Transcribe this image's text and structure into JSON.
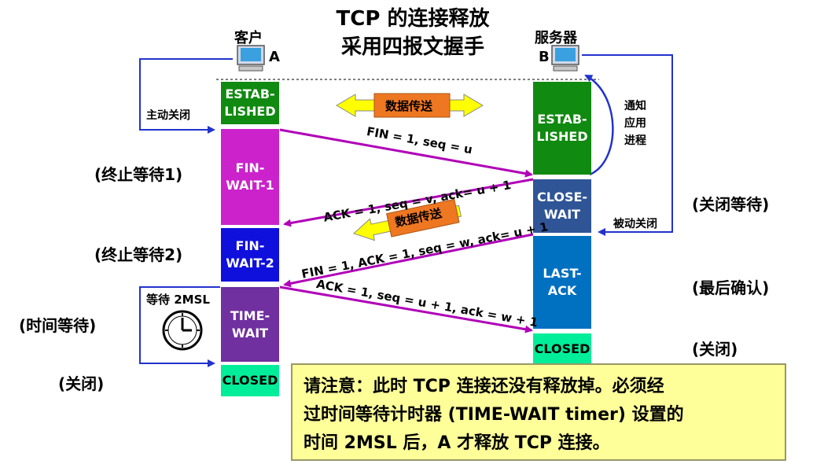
{
  "title": {
    "line1": "TCP 的连接释放",
    "line2": "采用四报文握手"
  },
  "client": {
    "name": "客户",
    "letter": "A"
  },
  "server": {
    "name": "服务器",
    "letter": "B"
  },
  "client_states": [
    {
      "label": "ESTAB-\nLISHED",
      "color": "#108a10"
    },
    {
      "label": "FIN-\nWAIT-1",
      "color": "#cc22cc"
    },
    {
      "label": "FIN-\nWAIT-2",
      "color": "#1010dd"
    },
    {
      "label": "TIME-\nWAIT",
      "color": "#7030a0"
    },
    {
      "label": "CLOSED",
      "color": "#00ee99"
    }
  ],
  "server_states": [
    {
      "label": "ESTAB-\nLISHED",
      "color": "#108a10"
    },
    {
      "label": "CLOSE-\nWAIT",
      "color": "#2f5597"
    },
    {
      "label": "LAST-\nACK",
      "color": "#0070c0"
    },
    {
      "label": "CLOSED",
      "color": "#00ee99"
    }
  ],
  "left_labels": {
    "fin_wait_1": "(终止等待1)",
    "fin_wait_2": "(终止等待2)",
    "time_wait": "(时间等待)",
    "closed": "(关闭)"
  },
  "right_labels": {
    "close_wait": "(关闭等待)",
    "last_ack": "(最后确认)",
    "closed": "(关闭)"
  },
  "annotations": {
    "active_close": "主动关闭",
    "notify_app": "通知\n应用\n进程",
    "passive_close": "被动关闭",
    "wait_2msl": "等待 2MSL",
    "data_transfer": "数据传送"
  },
  "messages": {
    "m1": "FIN = 1, seq = u",
    "m2": "ACK = 1, seq = v, ack= u + 1",
    "m3": "FIN = 1, ACK = 1, seq = w, ack= u + 1",
    "m4": "ACK = 1, seq = u + 1, ack = w + 1"
  },
  "note": {
    "line1": "请注意：此时 TCP 连接还没有释放掉。必须经",
    "line2": "过时间等待计时器 (TIME-WAIT timer) 设置的",
    "line3": "时间 2MSL 后，A 才释放 TCP 连接。"
  },
  "colors": {
    "message_arrow": "#b000b8",
    "control_arrow": "#2233cc",
    "data_arrow_fill": "#ffff00",
    "data_box_fill": "#ee7722"
  },
  "icons": [
    "computer-icon",
    "computer-icon",
    "clock-icon"
  ]
}
